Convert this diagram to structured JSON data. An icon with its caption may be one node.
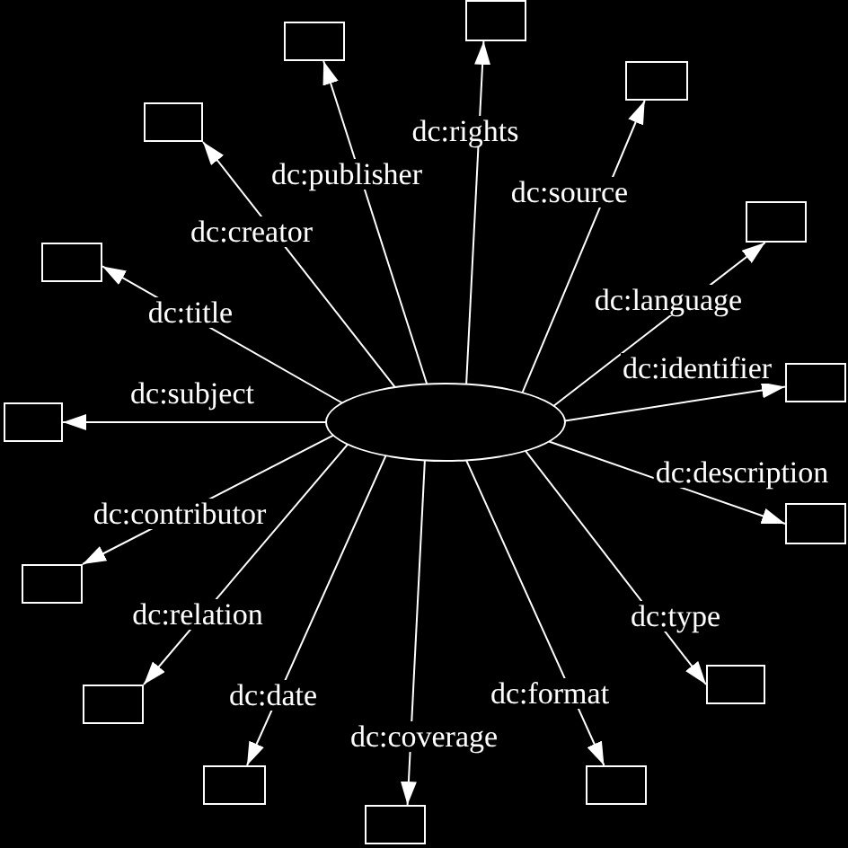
{
  "diagram": {
    "nodes": [
      {
        "text": [],
        "shape": "ellipse"
      },
      {
        "text": [],
        "shape": "box"
      },
      {
        "text": [],
        "shape": "box"
      },
      {
        "text": [],
        "shape": "box"
      },
      {
        "text": [],
        "shape": "box"
      },
      {
        "text": [],
        "shape": "box"
      },
      {
        "text": [],
        "shape": "box"
      },
      {
        "text": [],
        "shape": "box"
      },
      {
        "text": [],
        "shape": "box"
      },
      {
        "text": [],
        "shape": "box"
      },
      {
        "text": [],
        "shape": "box"
      },
      {
        "text": [],
        "shape": "box"
      },
      {
        "text": [],
        "shape": "box"
      },
      {
        "text": [],
        "shape": "box"
      },
      {
        "text": [],
        "shape": "box"
      },
      {
        "text": [],
        "shape": "box"
      }
    ],
    "edges": [
      {
        "from": 0,
        "to": 1,
        "label": "dc:rights",
        "arrow": "to"
      },
      {
        "from": 0,
        "to": 2,
        "label": "dc:publisher",
        "arrow": "to"
      },
      {
        "from": 0,
        "to": 3,
        "label": "dc:source",
        "arrow": "to"
      },
      {
        "from": 0,
        "to": 4,
        "label": "dc:creator",
        "arrow": "to"
      },
      {
        "from": 0,
        "to": 5,
        "label": "dc:language",
        "arrow": "to"
      },
      {
        "from": 0,
        "to": 6,
        "label": "dc:title",
        "arrow": "to"
      },
      {
        "from": 0,
        "to": 7,
        "label": "dc:identifier",
        "arrow": "to"
      },
      {
        "from": 0,
        "to": 8,
        "label": "dc:subject",
        "arrow": "to"
      },
      {
        "from": 0,
        "to": 9,
        "label": "dc:description",
        "arrow": "to"
      },
      {
        "from": 0,
        "to": 10,
        "label": "dc:contributor",
        "arrow": "to"
      },
      {
        "from": 0,
        "to": 11,
        "label": "dc:type",
        "arrow": "to"
      },
      {
        "from": 0,
        "to": 12,
        "label": "dc:relation",
        "arrow": "to"
      },
      {
        "from": 0,
        "to": 13,
        "label": "dc:format",
        "arrow": "to"
      },
      {
        "from": 0,
        "to": 14,
        "label": "dc:date",
        "arrow": "to"
      },
      {
        "from": 0,
        "to": 15,
        "label": "dc:coverage",
        "arrow": "to"
      }
    ]
  }
}
